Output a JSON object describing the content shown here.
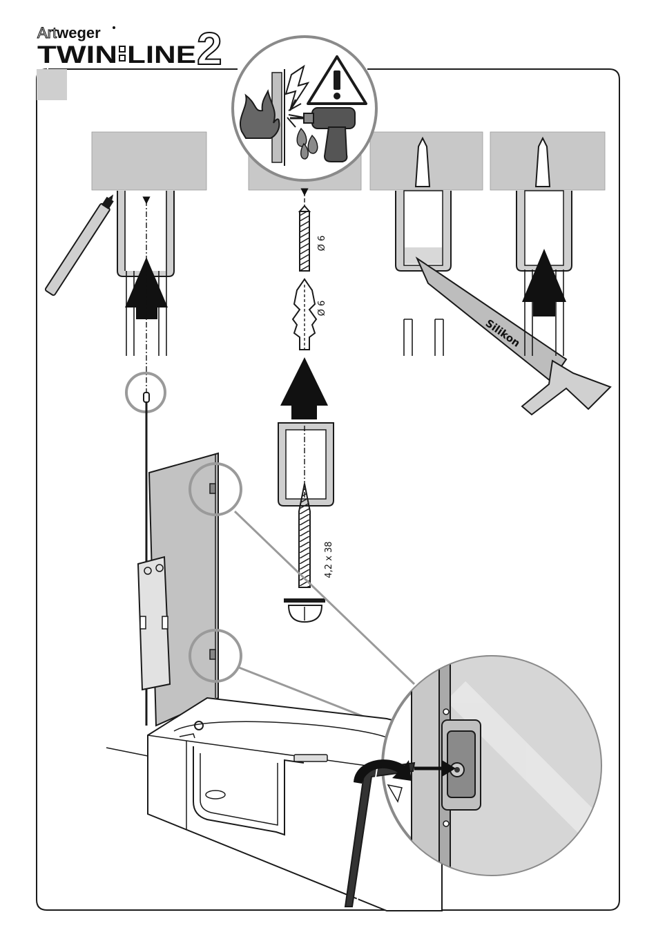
{
  "brand": {
    "maker_art": "Art",
    "maker_weger": "weger",
    "product_left": "TWIN",
    "product_right": "LINE",
    "product_number": "2"
  },
  "labels": {
    "drill_diameter": "Ø 6",
    "dowel_diameter": "Ø 6",
    "screw_size": "4,2 x 38",
    "silicone": "Silikon"
  },
  "colors": {
    "frame_stroke": "#1a1a1a",
    "wall_fill": "#c8c8c8",
    "glass_fill": "#c2c2c2",
    "callout_stroke": "#9a9a9a",
    "arrow_fill": "#111111"
  },
  "icons": {
    "warning": "warning-triangle-icon",
    "fire": "fire-icon",
    "lightning": "lightning-icon",
    "water": "water-drops-icon",
    "drill": "power-drill-icon"
  }
}
